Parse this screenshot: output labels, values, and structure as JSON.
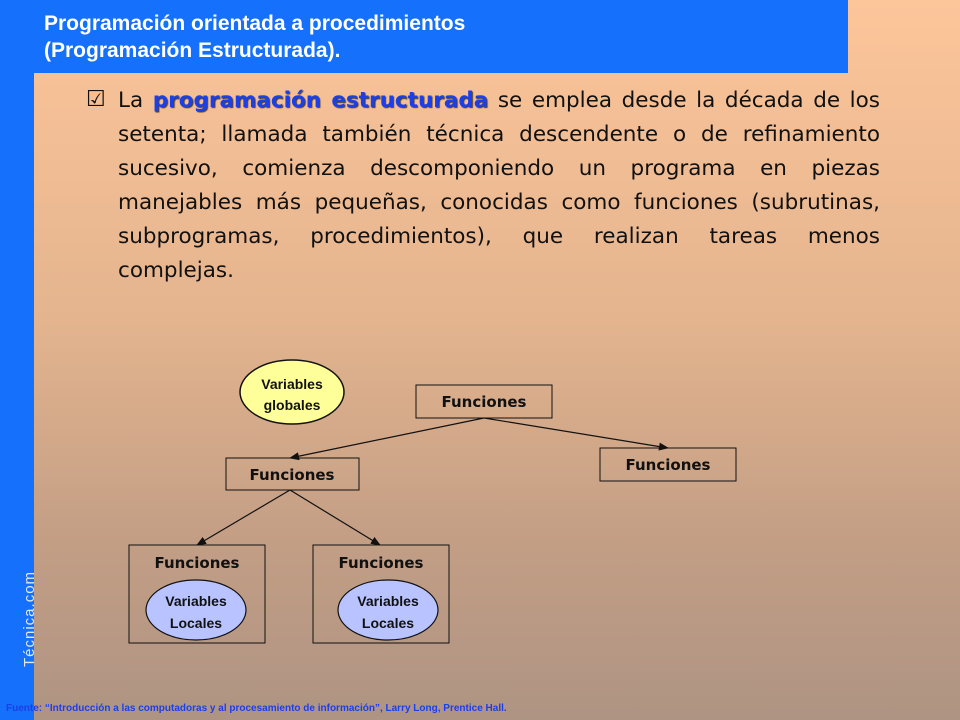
{
  "title": {
    "line1": "Programación orientada a procedimientos",
    "line2": "(Programación Estructurada)."
  },
  "brand": "Técnica.com",
  "bullet": {
    "before": "La ",
    "highlight": "programación estructurada",
    "after": " se emplea desde la década de los setenta; llamada también técnica descendente o de refinamiento sucesivo, comienza descomponiendo un programa en piezas manejables más pequeñas, conocidas como funciones (subrutinas, subprogramas, procedimientos), que realizan tareas menos complejas."
  },
  "diagram": {
    "global_vars": {
      "line1": "Variables",
      "line2": "globales",
      "fill": "#ffff99"
    },
    "root": "Funciones",
    "level1_left": "Funciones",
    "level1_right": "Funciones",
    "level2_left": "Funciones",
    "level2_right": "Funciones",
    "local_left": {
      "line1": "Variables",
      "line2": "Locales"
    },
    "local_right": {
      "line1": "Variables",
      "line2": "Locales"
    },
    "local_fill": "#b9c3ff"
  },
  "footer": "Fuente: “Introducción a las computadoras y al procesamiento de información”, Larry Long, Prentice Hall.",
  "colors": {
    "accent": "#1570fb",
    "highlight": "#1b3fe8"
  }
}
